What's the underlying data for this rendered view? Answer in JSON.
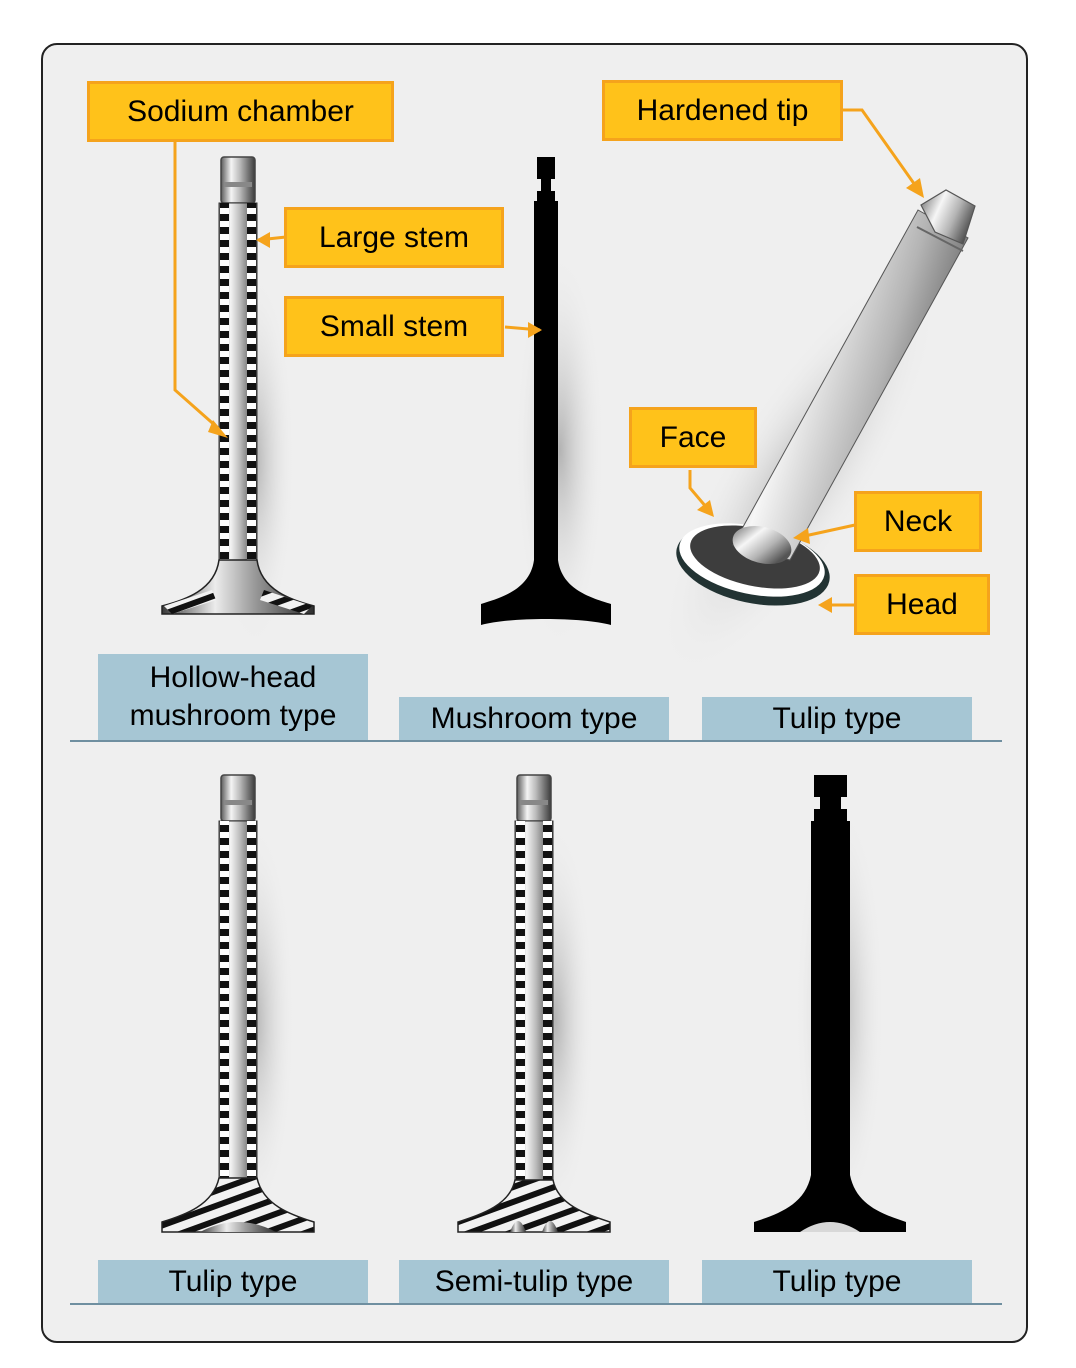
{
  "callouts": {
    "sodium_chamber": "Sodium chamber",
    "large_stem": "Large stem",
    "small_stem": "Small stem",
    "hardened_tip": "Hardened tip",
    "face": "Face",
    "neck": "Neck",
    "head": "Head"
  },
  "captions": {
    "top": [
      "Hollow-head mushroom type",
      "Mushroom type",
      "Tulip type"
    ],
    "bottom": [
      "Tulip type",
      "Semi-tulip type",
      "Tulip type"
    ]
  },
  "colors": {
    "callout_fill": "#ffc21a",
    "callout_border": "#f5a31c",
    "leader_line": "#f5a31c",
    "caption_fill": "#a6c6d4",
    "panel_fill": "#efefef",
    "solid_valve": "#000000"
  }
}
